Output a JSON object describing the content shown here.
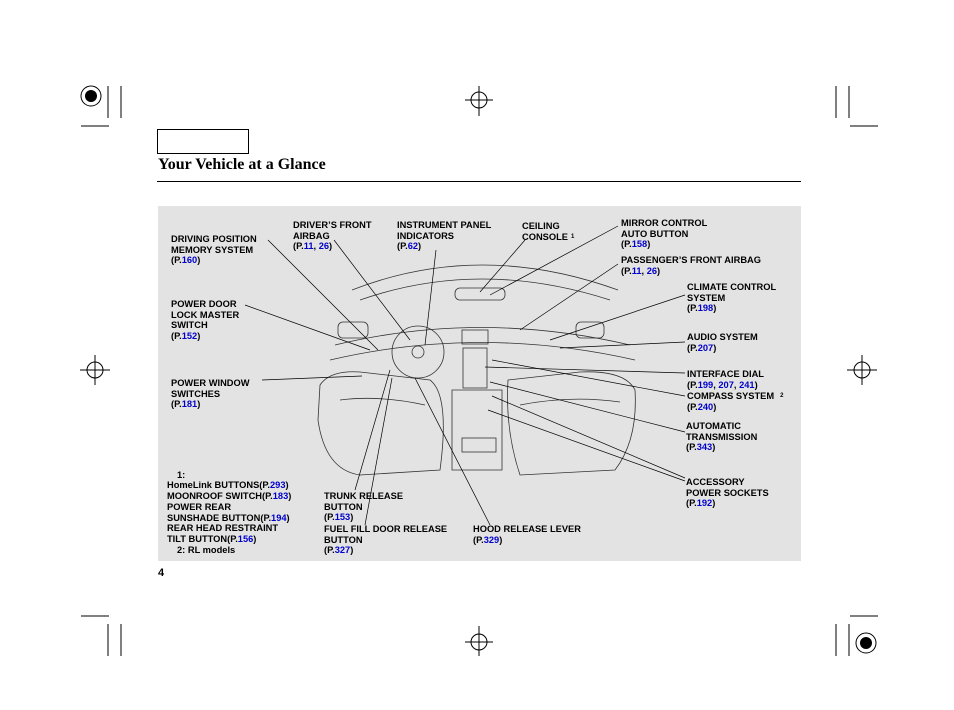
{
  "page": {
    "title": "Your Vehicle at a Glance",
    "page_number": "4"
  },
  "labels": {
    "driving_position": {
      "line1": "DRIVING POSITION",
      "line2": "MEMORY SYSTEM",
      "p": "P.",
      "ref1": "160"
    },
    "drivers_airbag": {
      "line1": "DRIVER’S FRONT",
      "line2": "AIRBAG",
      "p": "P.",
      "ref1": "11",
      "sep": ", ",
      "ref2": "26"
    },
    "instrument_panel": {
      "line1": "INSTRUMENT PANEL",
      "line2": "INDICATORS",
      "p": "P.",
      "ref1": "62"
    },
    "ceiling_console": {
      "line1": "CEILING",
      "line2": "CONSOLE",
      "note": "1"
    },
    "mirror_control": {
      "line1": "MIRROR CONTROL",
      "line2": "AUTO BUTTON",
      "p": "P.",
      "ref1": "158"
    },
    "passenger_airbag": {
      "line1": "PASSENGER’S FRONT AIRBAG",
      "p": "P.",
      "ref1": "11",
      "sep": ", ",
      "ref2": "26"
    },
    "power_door_lock": {
      "line1": "POWER DOOR",
      "line2": "LOCK MASTER",
      "line3": "SWITCH",
      "p": "P.",
      "ref1": "152"
    },
    "climate_control": {
      "line1": "CLIMATE CONTROL",
      "line2": "SYSTEM",
      "p": "P.",
      "ref1": "198"
    },
    "audio_system": {
      "line1": "AUDIO SYSTEM",
      "p": "P.",
      "ref1": "207"
    },
    "power_window": {
      "line1": "POWER WINDOW",
      "line2": "SWITCHES",
      "p": "P.",
      "ref1": "181"
    },
    "interface_dial": {
      "line1": "INTERFACE DIAL",
      "p": "P.",
      "ref1": "199",
      "sep": ", ",
      "ref2": "207",
      "sep2": ", ",
      "ref3": "241"
    },
    "compass_system": {
      "line1": "COMPASS SYSTEM",
      "note": "2",
      "p": "P.",
      "ref1": "240"
    },
    "automatic_transmission": {
      "line1": "AUTOMATIC",
      "line2": "TRANSMISSION",
      "p": "P.",
      "ref1": "343"
    },
    "accessory_power": {
      "line1": "ACCESSORY",
      "line2": "POWER SOCKETS",
      "p": "P.",
      "ref1": "192"
    },
    "trunk_release": {
      "line1": "TRUNK RELEASE",
      "line2": "BUTTON",
      "p": "P.",
      "ref1": "153"
    },
    "fuel_fill": {
      "line1": "FUEL FILL DOOR RELEASE",
      "line2": "BUTTON",
      "p": "P.",
      "ref1": "327"
    },
    "hood_release": {
      "line1": "HOOD RELEASE LEVER",
      "p": "P.",
      "ref1": "329"
    }
  },
  "footnote1": {
    "marker": "1:",
    "homelink": {
      "text": "HomeLink BUTTONS",
      "p": "P.",
      "ref1": "293"
    },
    "moonroof": {
      "text": "MOONROOF SWITCH",
      "p": "P.",
      "ref1": "183"
    },
    "sunshade": {
      "line1": "POWER REAR",
      "line2": "SUNSHADE BUTTON",
      "p": "P.",
      "ref1": "194"
    },
    "head_restraint": {
      "line1": "REAR HEAD RESTRAINT",
      "line2": "TILT BUTTON",
      "p": "P.",
      "ref1": "156"
    }
  },
  "footnote2": {
    "text": "2:  RL models"
  }
}
